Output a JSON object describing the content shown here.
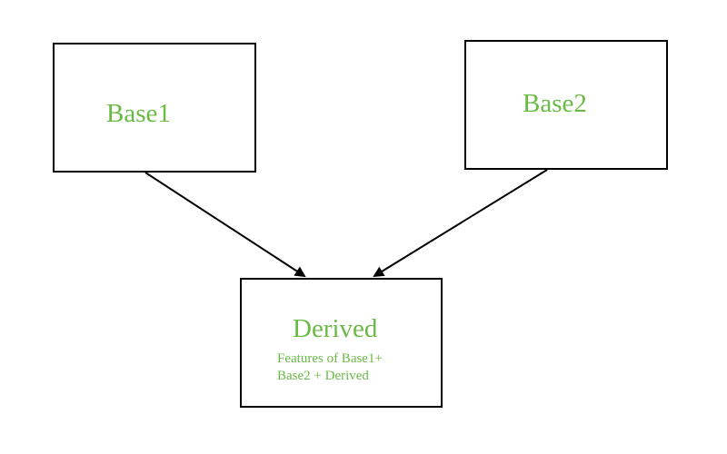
{
  "colors": {
    "label": "#6aba45",
    "stroke": "#000000",
    "background": "#ffffff"
  },
  "nodes": {
    "base1": {
      "title": "Base1"
    },
    "base2": {
      "title": "Base2"
    },
    "derived": {
      "title": "Derived",
      "description": [
        "Features of Base1+",
        "Base2 + Derived"
      ]
    }
  },
  "edges": [
    {
      "from": "base1",
      "to": "derived"
    },
    {
      "from": "base2",
      "to": "derived"
    }
  ]
}
